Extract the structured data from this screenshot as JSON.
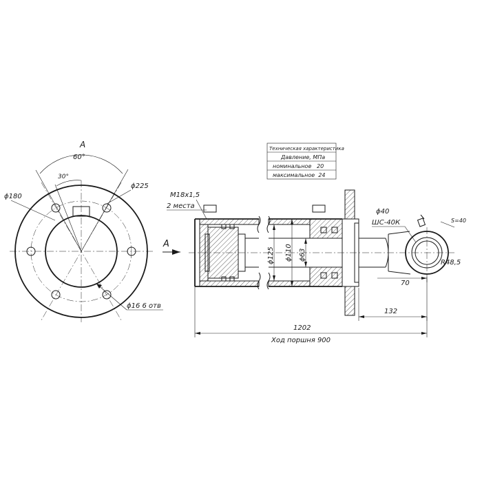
{
  "view_label": "A",
  "arrow_label": "A",
  "flange": {
    "angle_outer": "60°",
    "angle_inner": "30°",
    "dia_outer": "ϕ180",
    "dia_bolt": "ϕ225",
    "holes": "ϕ16 6 отв"
  },
  "cylinder": {
    "thread": "M18x1,5",
    "thread_count": "2 места",
    "dia_bore": "ϕ125",
    "dia_body": "ϕ110",
    "dia_rod": "ϕ63",
    "dia_pin": "ϕ40",
    "bearing": "ШС-40К",
    "radius": "R48,5",
    "s_label": "S=40",
    "dim_70": "70",
    "dim_132": "132",
    "dim_1202": "1202",
    "stroke": "Ход поршня 900"
  },
  "spec_table": {
    "title": "Техническая характеристика",
    "row1": "Давление, МПа",
    "row2": "номинальное   20",
    "row3": "максимальное  24"
  },
  "colors": {
    "ink": "#1a1a1a",
    "paper": "#ffffff"
  }
}
